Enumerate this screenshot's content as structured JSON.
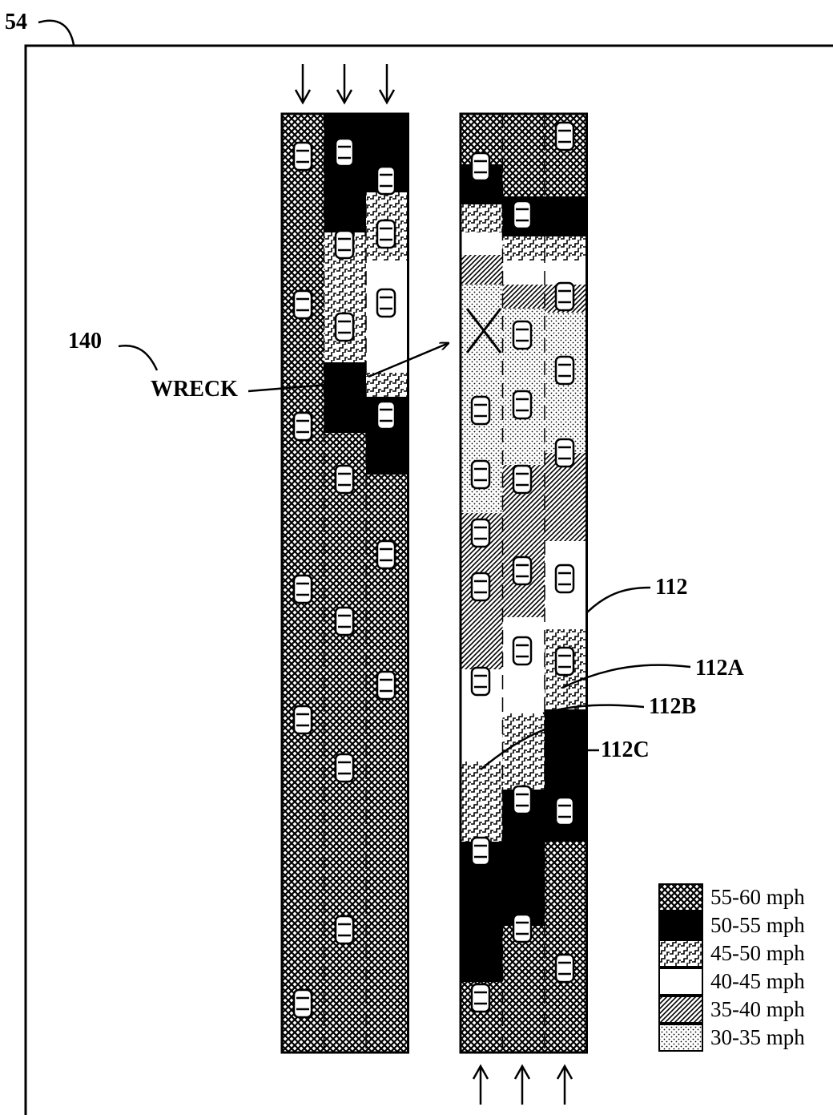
{
  "figure": {
    "reference": "54",
    "wreck_ref": "140",
    "wreck_label": "WRECK",
    "label_112": "112",
    "label_112a": "112A",
    "label_112b": "112B",
    "label_112c": "112C"
  },
  "legend": [
    {
      "label": "55-60 mph",
      "pattern": "crosshatch"
    },
    {
      "label": "50-55 mph",
      "pattern": "solid-black"
    },
    {
      "label": "45-50 mph",
      "pattern": "zigzag"
    },
    {
      "label": "40-45 mph",
      "pattern": "white"
    },
    {
      "label": "35-40 mph",
      "pattern": "diagonal"
    },
    {
      "label": "30-35 mph",
      "pattern": "dots"
    }
  ],
  "colors": {
    "ink": "#000000",
    "paper": "#ffffff"
  }
}
